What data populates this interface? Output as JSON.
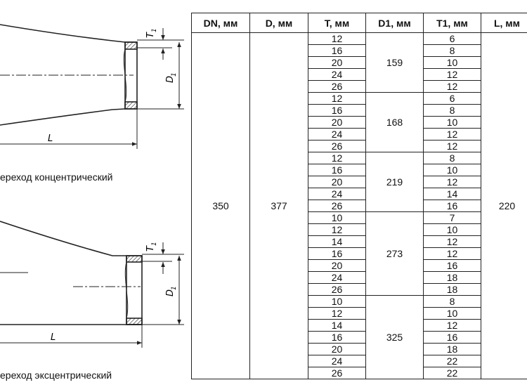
{
  "drawing1": {
    "caption": "ереход концентрический",
    "label_L": "L",
    "label_T1": "T",
    "label_T1_sub": "1",
    "label_D1": "D",
    "label_D1_sub": "1"
  },
  "drawing2": {
    "caption": "ереход эксцентрический",
    "label_L": "L",
    "label_T1": "T",
    "label_T1_sub": "1",
    "label_D1": "D",
    "label_D1_sub": "1"
  },
  "table": {
    "headers": [
      "DN, мм",
      "D, мм",
      "T, мм",
      "D1, мм",
      "T1, мм",
      "L, мм"
    ],
    "DN": "350",
    "D": "377",
    "L": "220",
    "groups": [
      {
        "D1": "159",
        "rows": [
          [
            "12",
            "6"
          ],
          [
            "16",
            "8"
          ],
          [
            "20",
            "10"
          ],
          [
            "24",
            "12"
          ],
          [
            "26",
            "12"
          ]
        ]
      },
      {
        "D1": "168",
        "rows": [
          [
            "12",
            "6"
          ],
          [
            "16",
            "8"
          ],
          [
            "20",
            "10"
          ],
          [
            "24",
            "12"
          ],
          [
            "26",
            "12"
          ]
        ]
      },
      {
        "D1": "219",
        "rows": [
          [
            "12",
            "8"
          ],
          [
            "16",
            "10"
          ],
          [
            "20",
            "12"
          ],
          [
            "24",
            "14"
          ],
          [
            "26",
            "16"
          ]
        ]
      },
      {
        "D1": "273",
        "rows": [
          [
            "10",
            "7"
          ],
          [
            "12",
            "10"
          ],
          [
            "14",
            "12"
          ],
          [
            "16",
            "12"
          ],
          [
            "20",
            "16"
          ],
          [
            "24",
            "18"
          ],
          [
            "26",
            "18"
          ]
        ]
      },
      {
        "D1": "325",
        "rows": [
          [
            "10",
            "8"
          ],
          [
            "12",
            "10"
          ],
          [
            "14",
            "12"
          ],
          [
            "16",
            "16"
          ],
          [
            "20",
            "18"
          ],
          [
            "24",
            "22"
          ],
          [
            "26",
            "22"
          ]
        ]
      }
    ]
  }
}
